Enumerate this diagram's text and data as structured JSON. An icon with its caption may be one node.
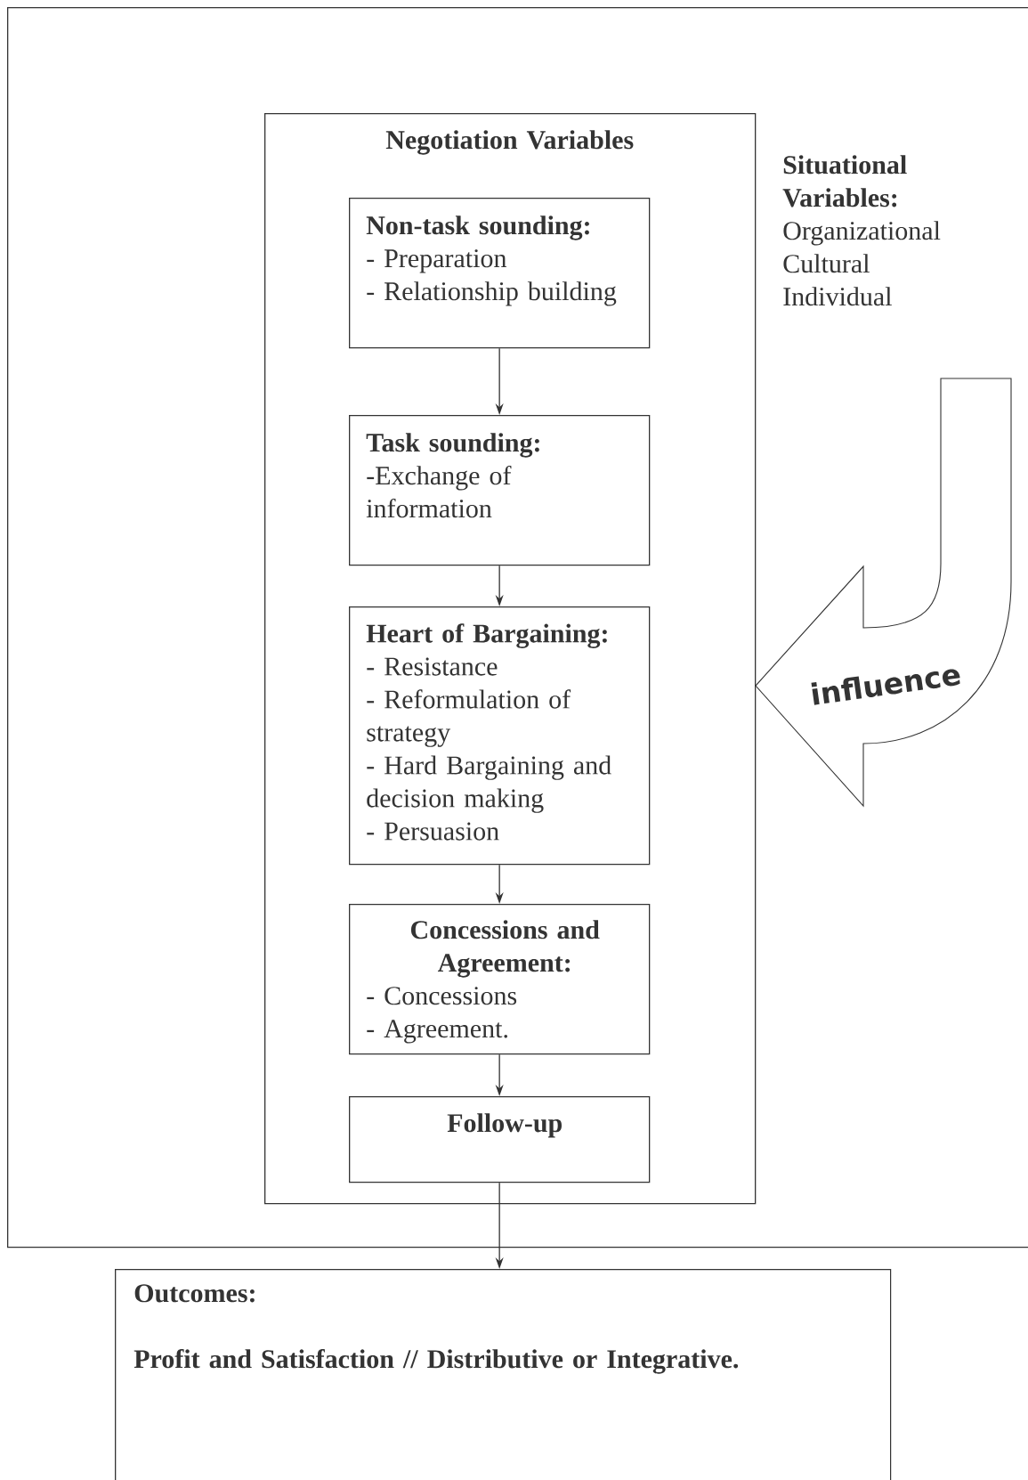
{
  "diagram": {
    "nodes": [
      {
        "text": [
          "Situational Variables:",
          "Organizational",
          "Cultural",
          "Individual"
        ]
      },
      {
        "text": [
          "Negotiation Variables"
        ],
        "in": 0
      },
      {
        "text": [
          "Non-task sounding:",
          "- Preparation",
          "- Relationship building"
        ],
        "in": 1
      },
      {
        "text": [
          "Task sounding:",
          "-Exchange of information"
        ],
        "in": 1
      },
      {
        "text": [
          "Heart of Bargaining:",
          "- Resistance",
          "- Reformulation of strategy",
          "- Hard Bargaining and decision making",
          "- Persuasion"
        ],
        "in": 1
      },
      {
        "text": [
          "Concessions and Agreement:",
          "- Concessions",
          "- Agreement."
        ],
        "in": 1
      },
      {
        "text": [
          "Follow-up"
        ],
        "in": 1
      },
      {
        "text": [
          "influence"
        ],
        "in": 0
      },
      {
        "text": [
          "Outcomes:",
          "Profit and Satisfaction // Distributive or Integrative."
        ]
      }
    ],
    "edges": [
      {
        "from": 2,
        "to": 3,
        "arrow": "to"
      },
      {
        "from": 3,
        "to": 4,
        "arrow": "to"
      },
      {
        "from": 4,
        "to": 5,
        "arrow": "to"
      },
      {
        "from": 5,
        "to": 6,
        "arrow": "to"
      },
      {
        "from": 6,
        "to": 8,
        "arrow": "to"
      }
    ]
  }
}
